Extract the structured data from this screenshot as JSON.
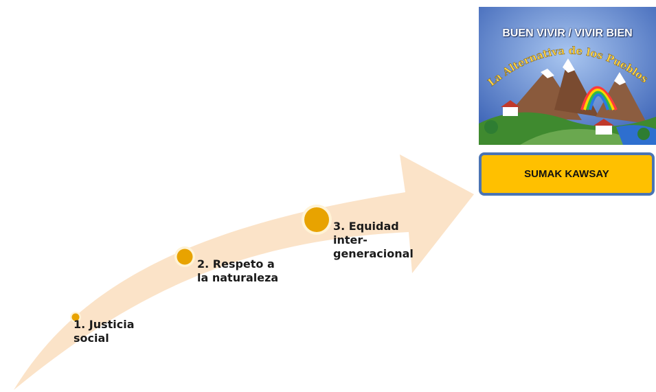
{
  "steps": [
    {
      "label": "1. Justicia\nsocial"
    },
    {
      "label": "2. Respeto a\nla naturaleza"
    },
    {
      "label": "3. Equidad\ninter-\ngeneracional"
    }
  ],
  "result": {
    "label": "SUMAK KAWSAY"
  },
  "image": {
    "title": "BUEN VIVIR / VIVIR BIEN",
    "arc_text": "La Alternativa de los Pueblos",
    "icon": "andean-landscape-illustration"
  },
  "colors": {
    "arrow": "#fbe3c8",
    "node": "#e8a300",
    "result_fill": "#ffc000",
    "result_border": "#4a74b4"
  }
}
